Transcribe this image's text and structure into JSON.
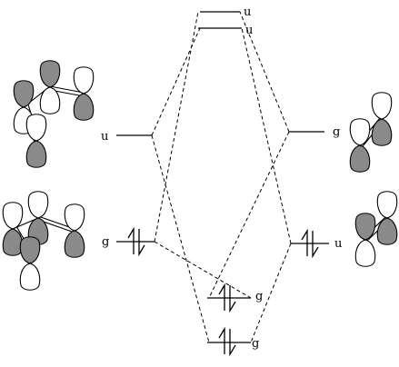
{
  "levels": {
    "left_upper": {
      "symmetry": "u"
    },
    "left_lower": {
      "symmetry": "g"
    },
    "right_upper": {
      "symmetry": "g"
    },
    "right_lower": {
      "symmetry": "u"
    },
    "center_top_1": {
      "symmetry": "u"
    },
    "center_top_2": {
      "symmetry": "u"
    },
    "center_bottom_1": {
      "symmetry": "g"
    },
    "center_bottom_2": {
      "symmetry": "g"
    }
  },
  "colors": {
    "line": "#000000",
    "shaded_lobe": "#8a8a8a",
    "open_lobe": "#ffffff"
  }
}
